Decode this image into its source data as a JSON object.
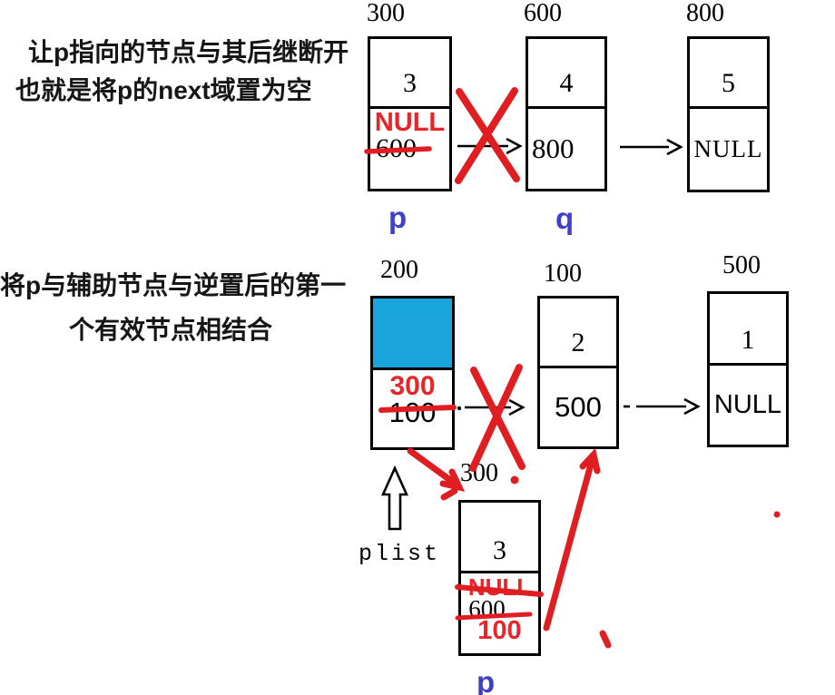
{
  "colors": {
    "red_annotation": "#e01d21",
    "red_text": "#e8262a",
    "blue_label": "#4040c8",
    "node_fill_highlight": "#1aa4dc"
  },
  "top_section": {
    "caption": {
      "line1": "让p指向的节点与其后继断开",
      "line2": "也就是将p的next域置为空"
    },
    "node_300": {
      "address": "300",
      "value": "3",
      "next_new": "NULL",
      "next_old": "600",
      "pointer_label": "p"
    },
    "node_600": {
      "address": "600",
      "value": "4",
      "next": "800",
      "pointer_label": "q"
    },
    "node_800": {
      "address": "800",
      "value": "5",
      "next": "NULL"
    }
  },
  "bottom_section": {
    "caption": {
      "line1": "将p与辅助节点与逆置后的第一",
      "line2": "个有效节点相结合"
    },
    "plist_label": "plist",
    "node_200": {
      "address": "200",
      "next_new": "300",
      "next_old": "100"
    },
    "node_100": {
      "address": "100",
      "value": "2",
      "next": "500"
    },
    "node_500": {
      "address": "500",
      "value": "1",
      "next": "NULL"
    },
    "node_300": {
      "address": "300",
      "value": "3",
      "next_old_1": "NULL",
      "next_old_2": "600",
      "next_new": "100",
      "pointer_label": "p"
    }
  }
}
